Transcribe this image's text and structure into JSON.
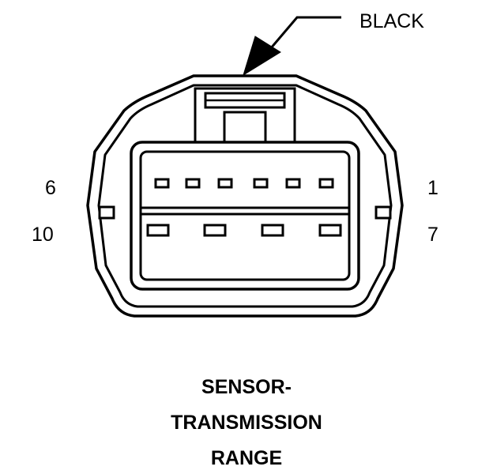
{
  "wire_color_label": "BLACK",
  "pin_labels": {
    "top_left": "6",
    "top_right": "1",
    "bottom_left": "10",
    "bottom_right": "7"
  },
  "title_lines": [
    "SENSOR-",
    "TRANSMISSION",
    "RANGE"
  ],
  "pin_layout": {
    "top_row_count": 6,
    "bottom_row_count": 4
  }
}
